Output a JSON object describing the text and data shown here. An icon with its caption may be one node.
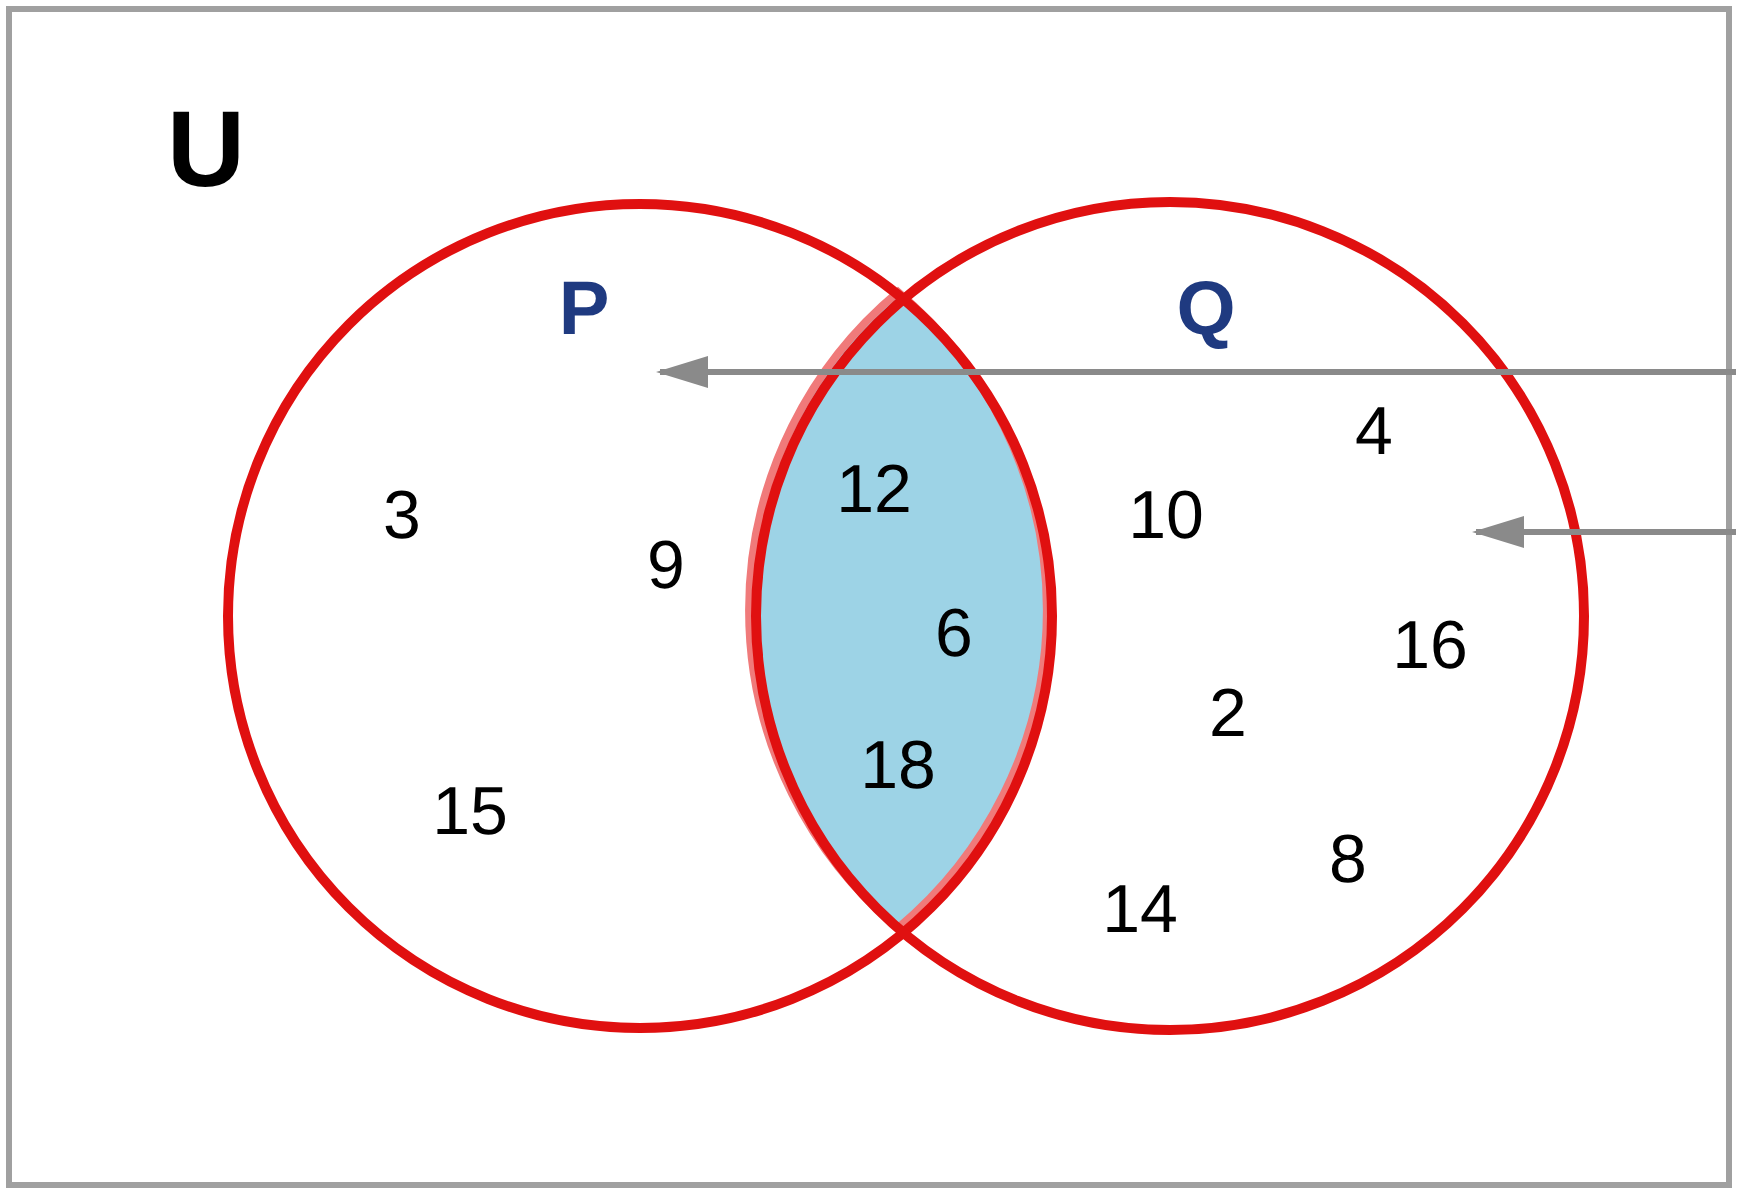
{
  "diagram": {
    "nodes": [
      {
        "text": [
          "U"
        ]
      },
      {
        "text": [
          "P",
          "3",
          "9",
          "15"
        ],
        "in": 0
      },
      {
        "text": [
          "Q",
          "4",
          "10",
          "16",
          "2",
          "8",
          "14"
        ],
        "in": 0
      },
      {
        "text": [
          "12",
          "6",
          "18"
        ]
      }
    ],
    "edges": [
      {
        "from": null,
        "to": 1,
        "arrow": "to"
      },
      {
        "from": null,
        "to": 2,
        "arrow": "to"
      }
    ]
  }
}
